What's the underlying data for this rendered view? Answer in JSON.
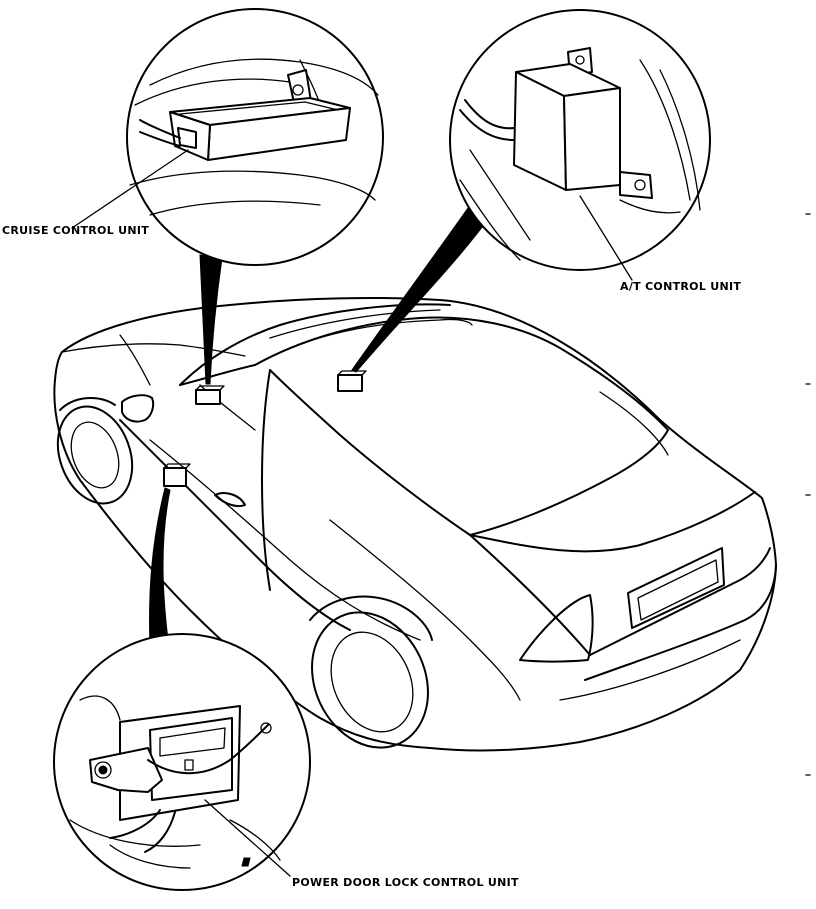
{
  "labels": {
    "cruise": "CRUISE CONTROL UNIT",
    "at": "A/T CONTROL UNIT",
    "door": "POWER DOOR LOCK CONTROL UNIT"
  }
}
